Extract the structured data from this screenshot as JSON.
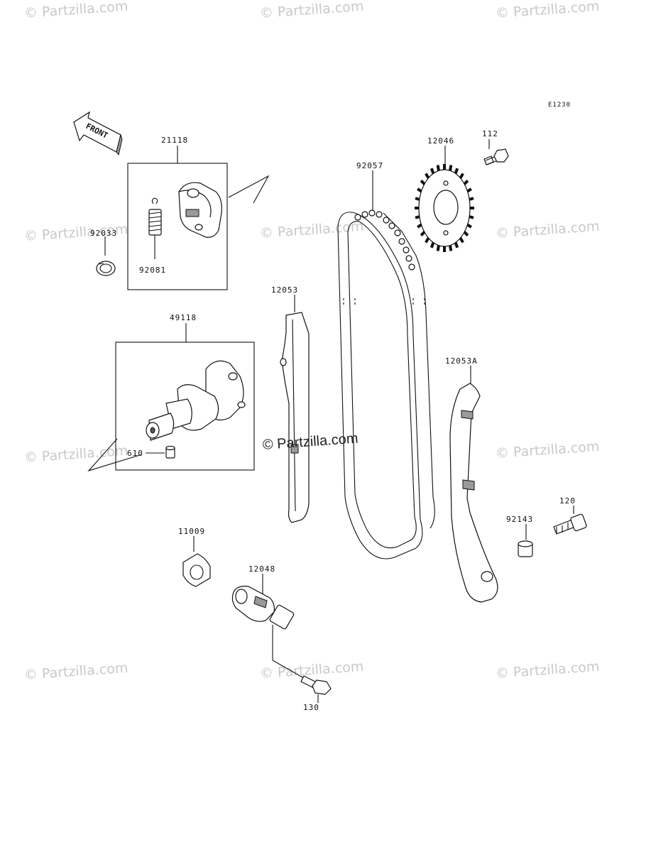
{
  "diagram_code": "E1230",
  "front_marker": "FRONT",
  "watermarks": [
    "© Partzilla.com"
  ],
  "center_watermark": "© Partzilla.com",
  "parts": {
    "p21118": "21118",
    "p92033": "92033",
    "p92081": "92081",
    "p49118": "49118",
    "p610": "610",
    "p11009": "11009",
    "p12048": "12048",
    "p130": "130",
    "p12053": "12053",
    "p92057": "92057",
    "p12046": "12046",
    "p112": "112",
    "p12053A": "12053A",
    "p92143": "92143",
    "p120": "120"
  }
}
